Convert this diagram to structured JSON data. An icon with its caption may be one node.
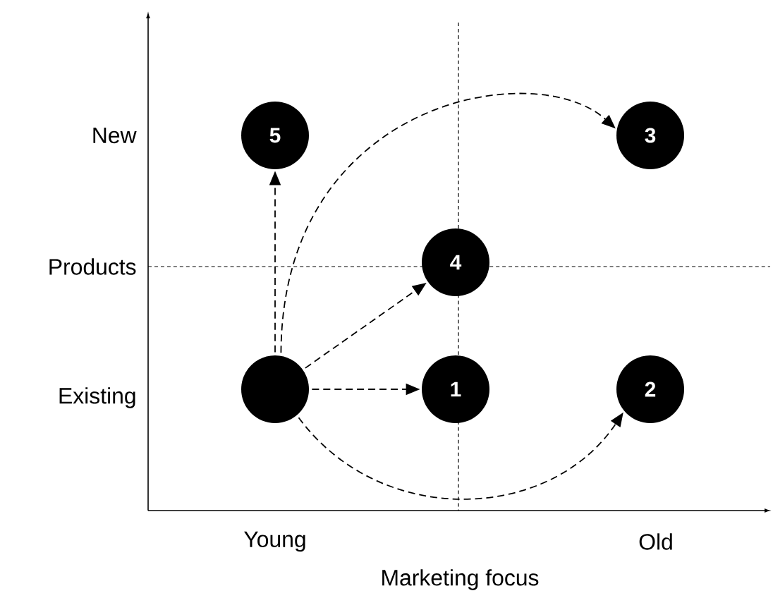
{
  "diagram": {
    "nodes": [
      {
        "text": [
          "5"
        ]
      },
      {
        "text": [
          "3"
        ]
      },
      {
        "text": [
          "4"
        ]
      },
      {
        "text": [],
        "shape": "circle"
      },
      {
        "text": [
          "1"
        ]
      },
      {
        "text": [
          "2"
        ]
      }
    ],
    "edges": [
      {
        "from": 3,
        "to": 0,
        "arrow": "to",
        "style": "dashed"
      },
      {
        "from": 3,
        "to": 1,
        "arrow": "to",
        "style": "dashed"
      },
      {
        "from": 3,
        "to": 2,
        "arrow": "to",
        "style": "dashed"
      },
      {
        "from": 3,
        "to": 4,
        "arrow": "to",
        "style": "dashed"
      },
      {
        "from": 3,
        "to": 5,
        "arrow": "to",
        "style": "dashed"
      }
    ],
    "labels": [
      "New",
      "Products",
      "Existing",
      "Young",
      "Old",
      "Marketing focus"
    ]
  }
}
